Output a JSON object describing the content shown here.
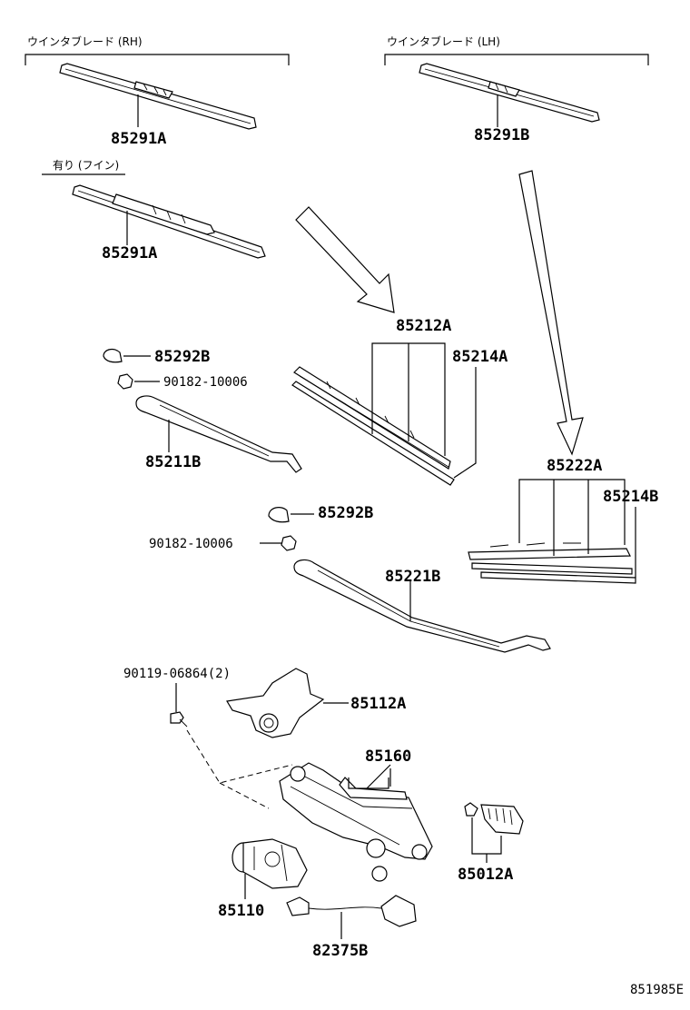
{
  "headers": {
    "rh": "ウインタブレード (RH)",
    "lh": "ウインタブレード (LH)",
    "fin": "有り (フイン)"
  },
  "parts": {
    "blade_rh": "85291A",
    "blade_lh": "85291B",
    "blade_fin": "85291A",
    "blade_assy_front": "85212A",
    "rubber_front": "85214A",
    "cap_1": "85292B",
    "nut_1": "90182-10006",
    "arm_front": "85211B",
    "cap_2": "85292B",
    "nut_2": "90182-10006",
    "blade_assy_rear": "85222A",
    "rubber_rear": "85214B",
    "arm_rear": "85221B",
    "bolt": "90119-06864(2)",
    "bracket": "85112A",
    "link": "85160",
    "motor": "85110",
    "connector": "85012A",
    "harness": "82375B"
  },
  "footer": {
    "diagram_code": "851985E"
  }
}
